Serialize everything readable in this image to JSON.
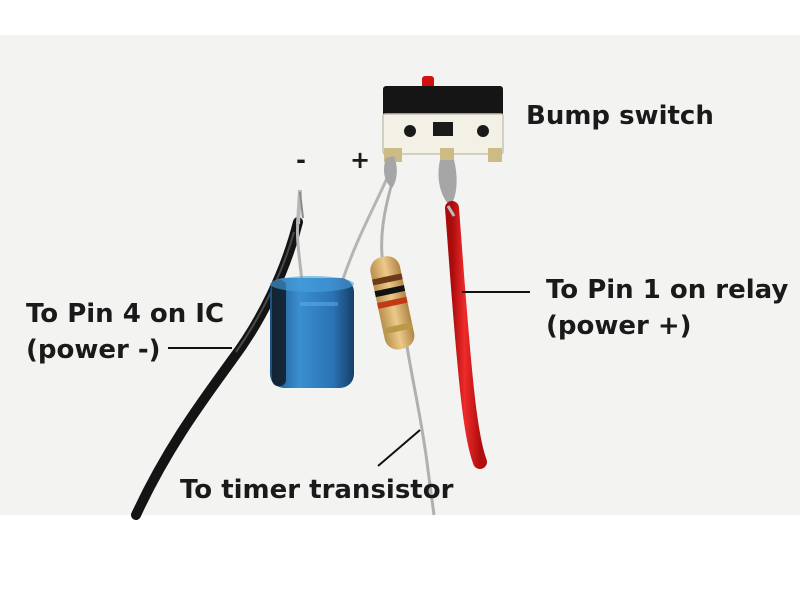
{
  "labels": {
    "bump_switch": "Bump switch",
    "minus": "-",
    "plus": "+",
    "pin1_line1": "To Pin 1 on relay",
    "pin1_line2": "(power +)",
    "pin4_line1": "To Pin 4 on IC",
    "pin4_line2": "(power -)",
    "timer": "To timer transistor"
  },
  "colors": {
    "background": "#ffffff",
    "photo_backdrop": "#f3f3f1",
    "switch_body": "#151515",
    "switch_actuator": "#d21010",
    "red_wire": "#dd1616",
    "black_wire": "#141414",
    "capacitor": "#2f7fc2",
    "resistor_body": "#d9b46c",
    "label_text": "#1a1a1a"
  },
  "components": [
    "microswitch",
    "electrolytic-capacitor",
    "resistor",
    "red-wire",
    "black-wire",
    "silver-lead"
  ]
}
